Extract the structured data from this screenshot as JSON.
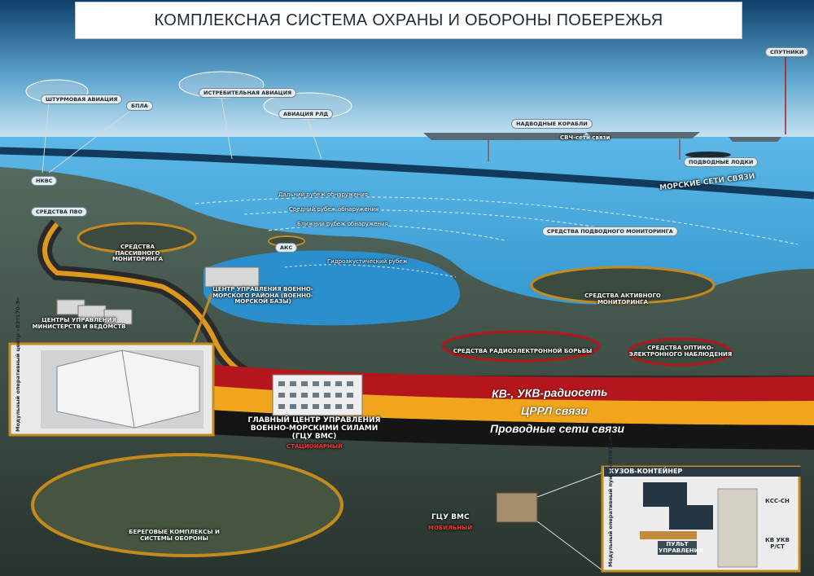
{
  "title": "КОМПЛЕКСНАЯ СИСТЕМА ОХРАНЫ И ОБОРОНЫ ПОБЕРЕЖЬЯ",
  "aviation": {
    "attack": "ШТУРМОВАЯ АВИАЦИЯ",
    "uav": "БПЛА",
    "fighter": "ИСТРЕБИТЕЛЬНАЯ АВИАЦИЯ",
    "awacs": "АВИАЦИЯ РЛД"
  },
  "sea": {
    "satellites": "СПУТНИКИ",
    "surface_ships": "НАДВОДНЫЕ КОРАБЛИ",
    "uhf_network": "СВЧ-сети связи",
    "submarines": "ПОДВОДНЫЕ ЛОДКИ",
    "marine_network": "МОРСКИЕ СЕТИ СВЯЗИ",
    "far_line": "Дальний рубеж обнаружения",
    "mid_line": "Средний рубеж обнаружения",
    "near_line": "Ближний рубеж обнаружения",
    "hydroacoustic_line": "Гидроакустический рубеж",
    "underwater_monitoring": "СРЕДСТВА ПОДВОДНОГО МОНИТОРИНГА"
  },
  "land": {
    "nkvs": "НКВС",
    "air_defense": "СРЕДСТВА ПВО",
    "passive_monitoring": "СРЕДСТВА ПАССИВНОГО МОНИТОРИНГА",
    "aks": "АКС",
    "naval_control_center": "ЦЕНТР УПРАВЛЕНИЯ ВОЕННО-МОРСКОГО РАЙОНА (ВОЕННО-МОРСКОЙ БАЗЫ)",
    "ministries_centers": "ЦЕНТРЫ УПРАВЛЕНИЯ МИНИСТЕРСТВ И ВЕДОМСТВ",
    "active_monitoring": "СРЕДСТВА АКТИВНОГО МОНИТОРИНГА",
    "electronic_warfare": "СРЕДСТВА РАДИОЭЛЕКТРОННОЙ БОРЬБЫ",
    "optoelectronic": "СРЕДСТВА ОПТИКО-ЭЛЕКТРОННОГО НАБЛЮДЕНИЯ",
    "main_center": "ГЛАВНЫЙ ЦЕНТР УПРАВЛЕНИЯ ВОЕННО-МОРСКИМИ СИЛАМИ (ГЦУ ВМС)",
    "stationary": "СТАЦИОНАРНЫЙ",
    "coastal_systems": "БЕРЕГОВЫЕ КОМПЛЕКСЫ И СИСТЕМЫ ОБОРОНЫ",
    "gcu_vms": "ГЦУ ВМС",
    "mobile": "МОБИЛЬНЫЙ"
  },
  "networks": {
    "radio": "КВ-, УКВ-радиосеть",
    "digital": "ЦРРЛ связи",
    "wired": "Проводные сети связи"
  },
  "inset": {
    "vertical": "Модульный оперативный центр «83т170-Э»"
  },
  "container": {
    "title": "КУЗОВ-КОНТЕЙНЕР",
    "vertical": "Модульный оперативный пункт «83т611-Э»",
    "control_panel": "ПУЛЬТ УПРАВЛЕНИЯ",
    "kss_sn": "КСС-СН",
    "kv_ukv": "КВ УКВ Р/СТ"
  },
  "colors": {
    "sky": "#1f5a86",
    "sea": "#2f9bd1",
    "land": "#3a4a42",
    "radio_band": "#b4161b",
    "digital_band": "#f0a51c",
    "wired_band": "#151515"
  }
}
